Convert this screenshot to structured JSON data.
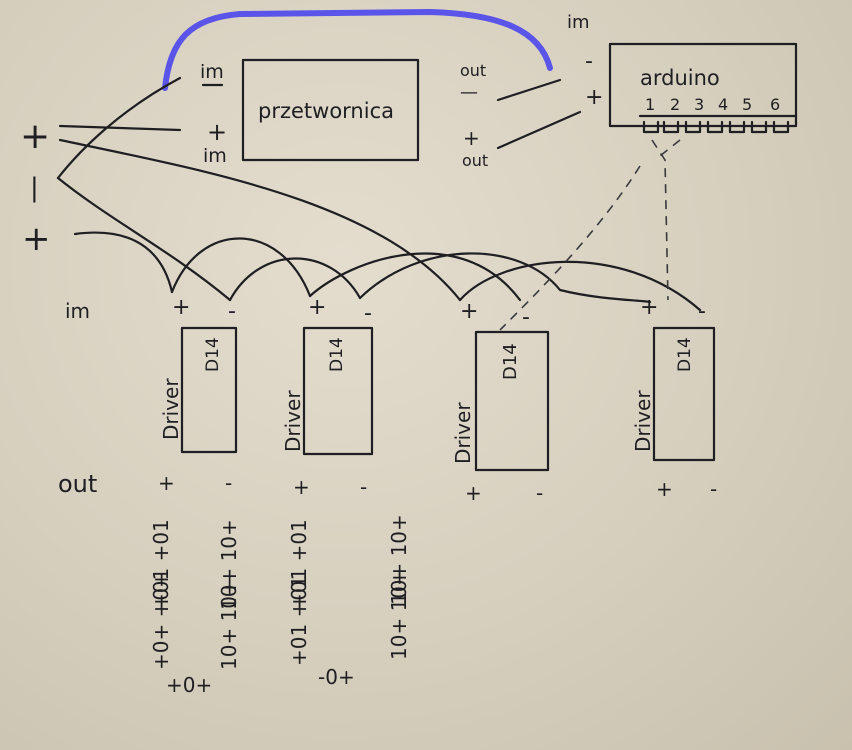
{
  "converter": {
    "label": "przetwornica",
    "in_minus": "im",
    "in_plus": "+",
    "in_plus_sub": "im",
    "out_minus_top": "out",
    "out_minus": "—",
    "out_plus": "+",
    "out_plus_sub": "out"
  },
  "arduino": {
    "label": "arduino",
    "in_label": "im",
    "minus": "-",
    "plus": "+",
    "pins": [
      "1",
      "2",
      "3",
      "4",
      "5",
      "6"
    ]
  },
  "rails": {
    "plus_top": "+",
    "minus": "|",
    "plus_bottom": "+"
  },
  "row_labels": {
    "in": "im",
    "out": "out"
  },
  "drivers": [
    {
      "label": "Driver",
      "chip": "D14",
      "in_plus": "+",
      "in_minus": "-",
      "out_plus": "+",
      "out_minus": "-"
    },
    {
      "label": "Driver",
      "chip": "D14",
      "in_plus": "+",
      "in_minus": "-",
      "out_plus": "+",
      "out_minus": "-"
    },
    {
      "label": "Driver",
      "chip": "D14",
      "in_plus": "+",
      "in_minus": "-",
      "out_plus": "+",
      "out_minus": "-"
    },
    {
      "label": "Driver",
      "chip": "D14",
      "in_plus": "+",
      "in_minus": "-",
      "out_plus": "+",
      "out_minus": "-"
    }
  ],
  "led_labels": [
    "+01 +01",
    "10+ 10+",
    "+01 +01",
    "10+ 10+",
    "+0+ +0+",
    "10+ 10+",
    "+01 +01",
    "10+ 10+",
    "+0+",
    "-0+"
  ]
}
